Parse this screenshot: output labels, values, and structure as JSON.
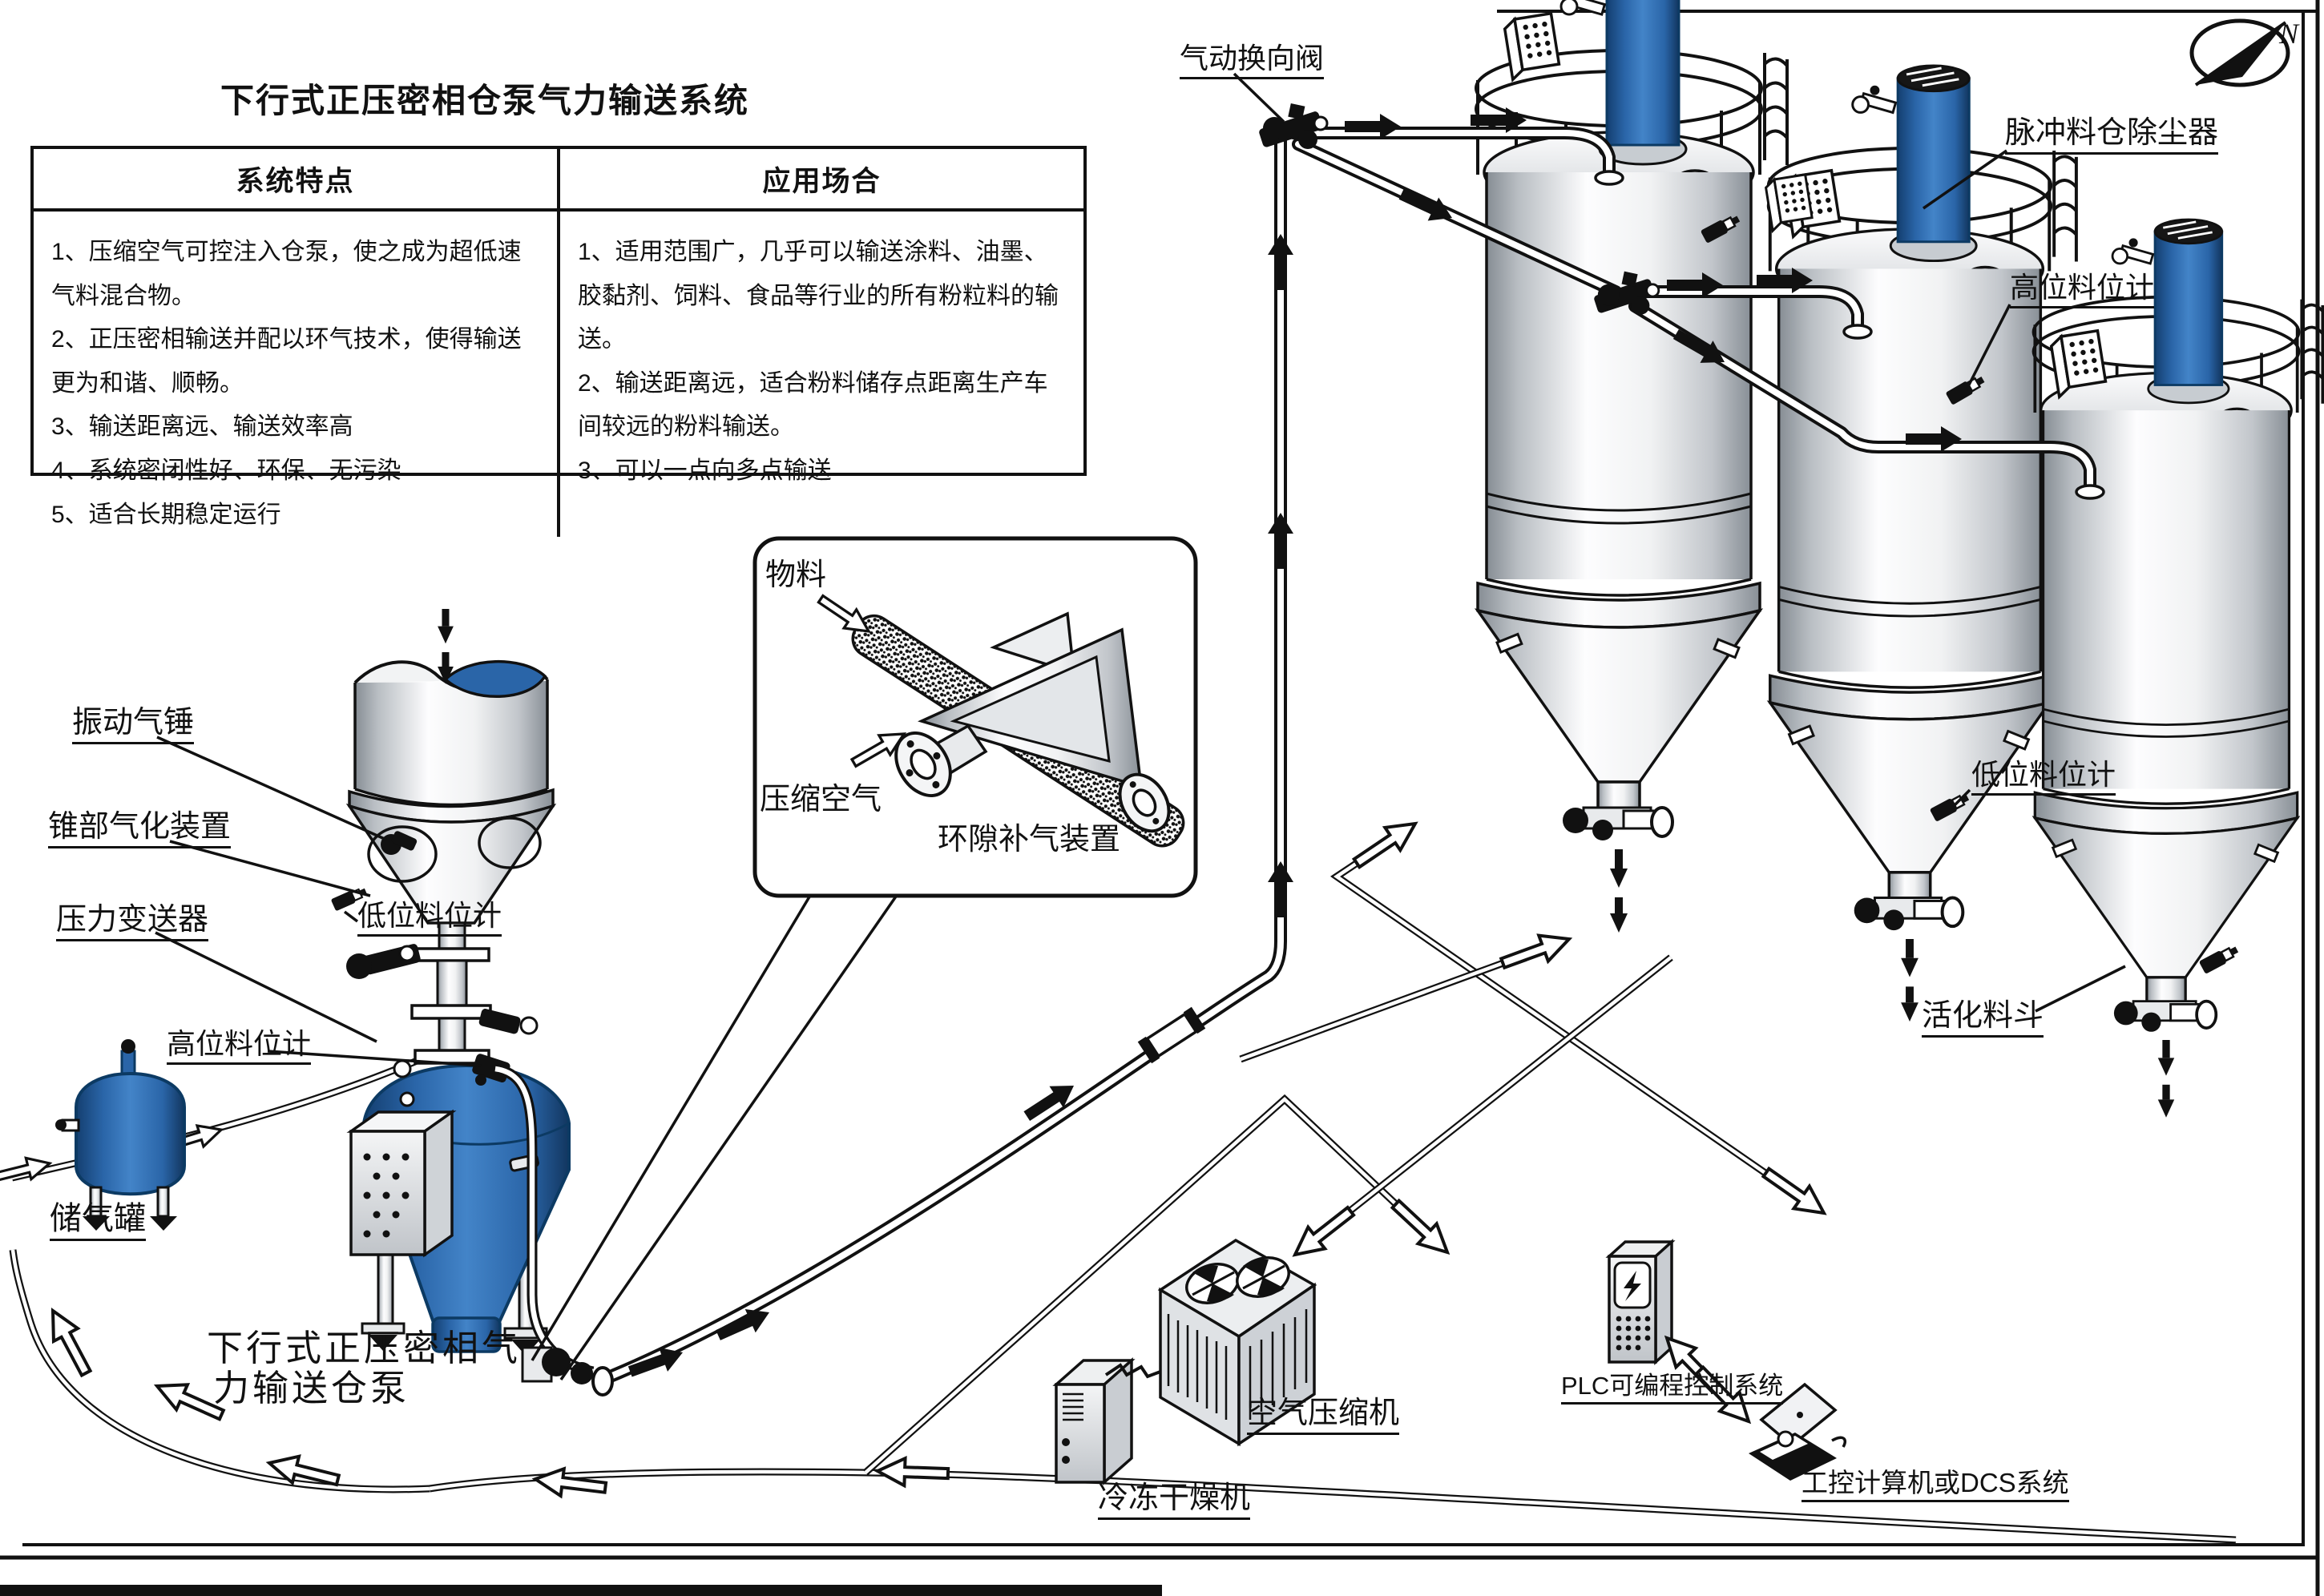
{
  "title": "下行式正压密相仓泵气力输送系统",
  "table": {
    "headers": [
      "系统特点",
      "应用场合"
    ],
    "features": [
      "1、压缩空气可控注入仓泵，使之成为超低速气料混合物。",
      "2、正压密相输送并配以环气技术，使得输送更为和谐、顺畅。",
      "3、输送距离远、输送效率高",
      "4、系统密闭性好、环保、无污染",
      "5、适合长期稳定运行"
    ],
    "applications": [
      "1、适用范围广，几乎可以输送涂料、油墨、胶黏剂、饲料、食品等行业的所有粉粒料的输送。",
      "2、输送距离远，适合粉料储存点距离生产车间较远的粉料输送。",
      "3、可以一点向多点输送"
    ]
  },
  "labels": {
    "pneumatic_valve": "气动换向阀",
    "dust_collector": "脉冲料仓除尘器",
    "high_level_right": "高位料位计",
    "low_level_right": "低位料位计",
    "activation_hopper": "活化料斗",
    "vibration_hammer": "振动气锤",
    "cone_aeration": "锥部气化装置",
    "pressure_transmitter": "压力变送器",
    "high_level_left": "高位料位计",
    "low_level_left": "低位料位计",
    "air_tank": "储气罐",
    "material": "物料",
    "compressed_air": "压缩空气",
    "annular_air_device": "环隙补气装置",
    "pump_name_line1": "下行式正压密相气",
    "pump_name_line2": "力输送仓泵",
    "freeze_dryer": "冷冻干燥机",
    "air_compressor": "空气压缩机",
    "plc": "PLC可编程控制系统",
    "dcs": "工控计算机或DCS系统",
    "compass_n": "N"
  },
  "colors": {
    "equipment_blue": "#2a65a8",
    "line": "#111111"
  }
}
